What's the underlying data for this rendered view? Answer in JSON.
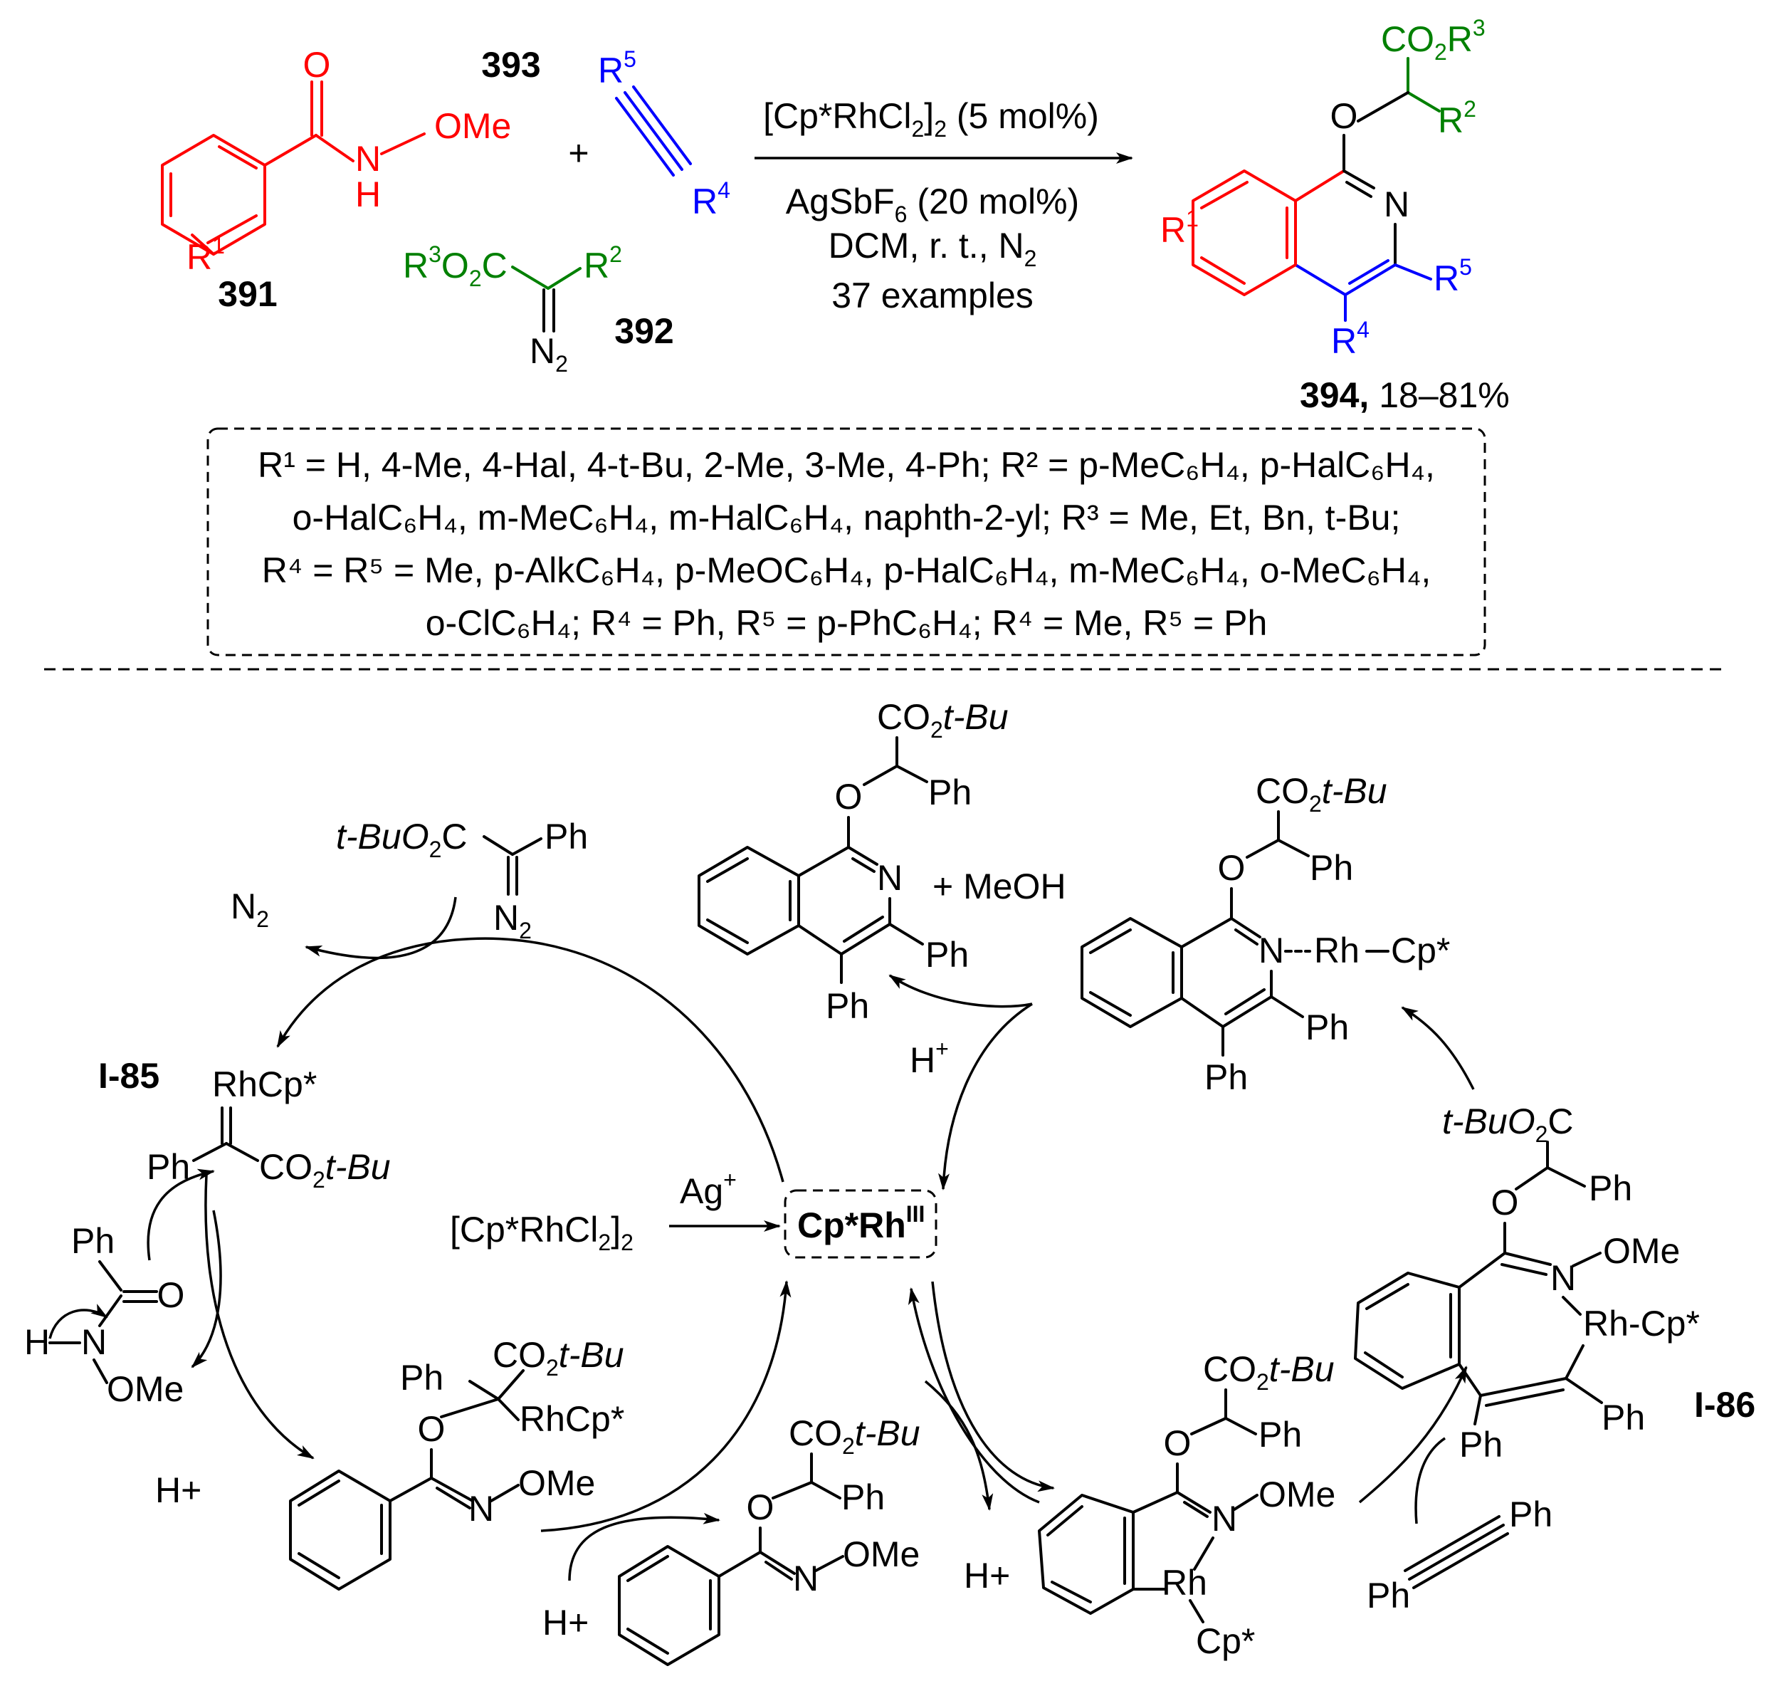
{
  "top_scheme": {
    "reactant_391": {
      "label": "391",
      "oxygen": "O",
      "nh_n": "N",
      "nh_h": "H",
      "ome": "OMe",
      "substituent": "R",
      "substituent_sup": "1"
    },
    "plus": "+",
    "reactant_393": {
      "label": "393",
      "r5": "R",
      "r5_sup": "5",
      "r4": "R",
      "r4_sup": "4"
    },
    "reactant_392": {
      "label": "392",
      "ester_r": "R",
      "ester_r_sup": "3",
      "ester_o2": "O",
      "ester_o2_sub": "2",
      "ester_c": "C",
      "r2": "R",
      "r2_sup": "2",
      "n2": "N",
      "n2_sub": "2"
    },
    "conditions": {
      "catalyst": "[Cp*RhCl",
      "catalyst_sub": "2",
      "catalyst_end": "]",
      "catalyst_sub2": "2",
      "catalyst_load": " (5 mol%)",
      "additive": "AgSbF",
      "additive_sub": "6",
      "additive_load": " (20 mol%)",
      "solvent": "DCM, r. t., N",
      "solvent_sub": "2",
      "examples": "37 examples"
    },
    "product_394": {
      "label": "394,",
      "yield": " 18–81%",
      "co2": "CO",
      "co2_sub": "2",
      "co2_r": "R",
      "co2_r_sup": "3",
      "r2": "R",
      "r2_sup": "2",
      "o": "O",
      "n": "N",
      "r1": "R",
      "r1_sup": "1",
      "r5": "R",
      "r5_sup": "5",
      "r4": "R",
      "r4_sup": "4"
    }
  },
  "scope_box": {
    "line1": "R¹ = H, 4-Me, 4-Hal, 4-t-Bu, 2-Me, 3-Me, 4-Ph; R² = p-MeC₆H₄, p-HalC₆H₄,",
    "line2": "o-HalC₆H₄, m-MeC₆H₄, m-HalC₆H₄, naphth-2-yl; R³ = Me, Et, Bn, t-Bu;",
    "line3": "R⁴ = R⁵ = Me, p-AlkC₆H₄, p-MeOC₆H₄, p-HalC₆H₄, m-MeC₆H₄, o-MeC₆H₄,",
    "line4": "o-ClC₆H₄; R⁴ = Ph, R⁵ = p-PhC₆H₄; R⁴ = Me, R⁵ = Ph"
  },
  "mechanism": {
    "center_catalyst": "Cp*Rh",
    "center_catalyst_sup": "III",
    "precatalyst": "[Cp*RhCl",
    "precatalyst_sub": "2",
    "precatalyst_end": "]",
    "precatalyst_sub2": "2",
    "activator": "Ag",
    "activator_sup": "+",
    "diazo": {
      "ester": "t-BuO",
      "ester_sub": "2",
      "ester_c": "C",
      "ph": "Ph",
      "n2": "N",
      "n2_sub": "2"
    },
    "n2_release": {
      "text": "N",
      "sub": "2"
    },
    "int_I85": {
      "label": "I-85",
      "rh": "RhCp*",
      "ph": "Ph",
      "ester": "CO",
      "ester_sub": "2",
      "ester_tbu": "t-Bu"
    },
    "hydroxamate": {
      "ph": "Ph",
      "o": "O",
      "h": "H",
      "n": "N",
      "ome": "OMe"
    },
    "proton_1": "H+",
    "insertion_int": {
      "ph": "Ph",
      "ester": "CO",
      "ester_sub": "2",
      "ester_tbu": "t-Bu",
      "rh": "RhCp*",
      "o": "O",
      "n": "N",
      "ome": "OMe"
    },
    "proton_2": "H+",
    "imidate": {
      "ester": "CO",
      "ester_sub": "2",
      "ester_tbu": "t-Bu",
      "ph": "Ph",
      "o": "O",
      "n": "N",
      "ome": "OMe"
    },
    "proton_3": "H+",
    "rhodacycle": {
      "ester": "CO",
      "ester_sub": "2",
      "ester_tbu": "t-Bu",
      "ph": "Ph",
      "o": "O",
      "n": "N",
      "ome": "OMe",
      "rh": "Rh",
      "cp": "Cp*"
    },
    "alkyne": {
      "ph1": "Ph",
      "ph2": "Ph"
    },
    "int_I86": {
      "label": "I-86",
      "ester": "t-BuO",
      "ester_sub": "2",
      "ester_c": "C",
      "ph": "Ph",
      "o": "O",
      "n": "N",
      "ome": "OMe",
      "rh": "Rh-Cp*",
      "ph_a": "Ph",
      "ph_b": "Ph"
    },
    "rh_product": {
      "ester": "CO",
      "ester_sub": "2",
      "ester_tbu": "t-Bu",
      "ph": "Ph",
      "o": "O",
      "n": "N",
      "rh": "Rh",
      "cp": "Cp*",
      "ph_a": "Ph",
      "ph_b": "Ph"
    },
    "final_product": {
      "ester": "CO",
      "ester_sub": "2",
      "ester_tbu": "t-Bu",
      "ph": "Ph",
      "o": "O",
      "n": "N",
      "ph_a": "Ph",
      "ph_b": "Ph",
      "meoh": "+ MeOH",
      "proton": "H",
      "proton_sup": "+"
    }
  }
}
